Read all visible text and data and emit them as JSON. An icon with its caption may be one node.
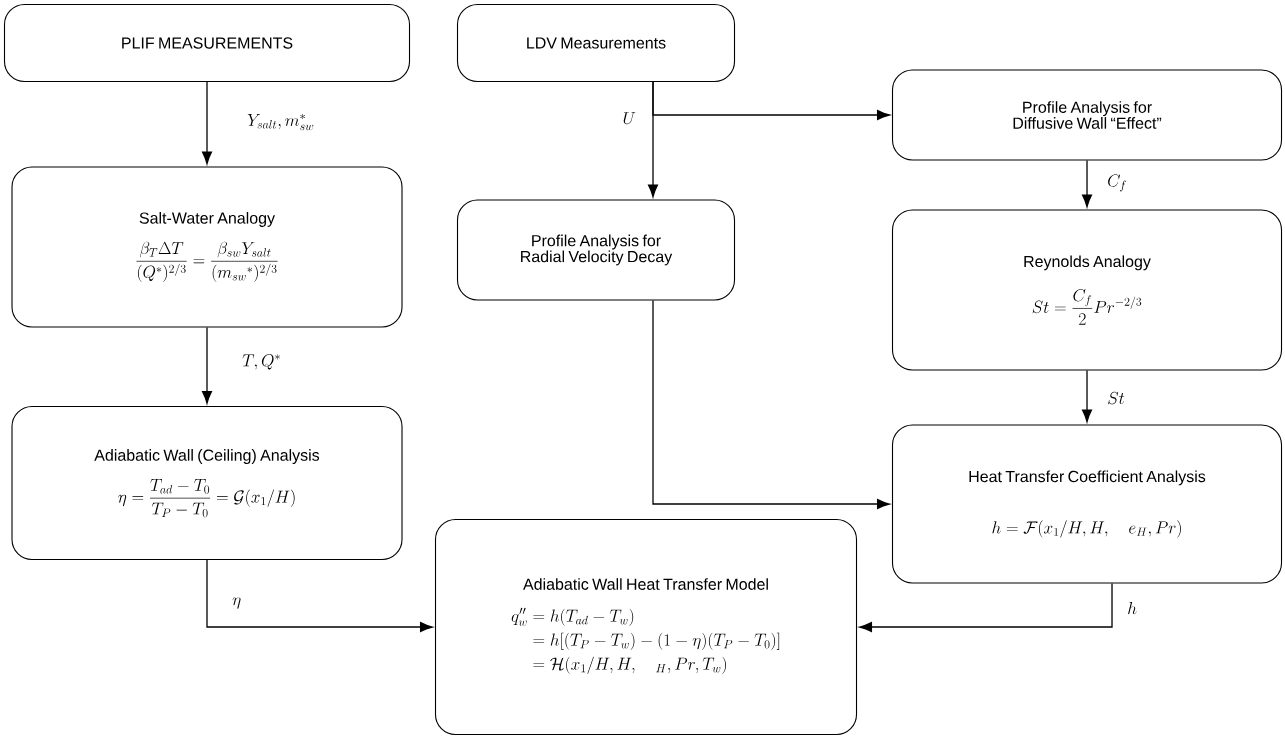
{
  "diagram": {
    "nodes": [
      {
        "text": [
          "PLIF MEASUREMENTS"
        ]
      },
      {
        "text": [
          "Salt-Water Analogy",
          "\\frac{\\beta_T \\Delta T}{(Q^{*})^{2/3}} = \\frac{\\beta_{sw} Y_{salt}}{(m_{sw}{}^{*})^{2/3}}"
        ]
      },
      {
        "text": [
          "Adiabatic Wall (Ceiling) Analysis",
          "\\eta = \\frac{T_{ad} - T_0}{T_P - T_0} = \\mathcal{G}(x_1 / H)"
        ]
      },
      {
        "text": [
          "LDV Measurements"
        ]
      },
      {
        "text": [
          "Profile Analysis for Radial Velocity Decay"
        ]
      },
      {
        "text": [
          "Profile Analysis for Diffusive Wall “Effect”"
        ]
      },
      {
        "text": [
          "Reynolds Analogy",
          "St = \\frac{C_f}{2} Pr^{-2/3}"
        ]
      },
      {
        "text": [
          "Heat Transfer Coefficient  Analysis",
          "h = \\mathcal{F}(x_1 / H, H, \\quad e_H, Pr)"
        ]
      },
      {
        "text": [
          "Adiabatic Wall Heat Transfer Model",
          "\\begin{aligned} q''_w &= h(T_{ad} - T_w) \\\\ &= h[(T_P - T_w) - (1-\\eta)(T_P - T_0)] \\\\ &= \\mathcal{H}(x_1 / H, H, \\quad {}_H, Pr, T_w) \\end{aligned}"
        ]
      }
    ],
    "edges": [
      {
        "from": 0,
        "to": 1,
        "arrow": "to",
        "label": "Y_{salt}, m^{*}_{sw}"
      },
      {
        "from": 1,
        "to": 2,
        "arrow": "to",
        "label": "T, Q^{*}"
      },
      {
        "from": 2,
        "to": 8,
        "arrow": "to",
        "label": "\\eta"
      },
      {
        "from": 3,
        "to": 5,
        "arrow": "to",
        "label": "U"
      },
      {
        "from": 3,
        "to": 4,
        "arrow": "to"
      },
      {
        "from": 5,
        "to": 6,
        "arrow": "to",
        "label": "C_f"
      },
      {
        "from": 6,
        "to": 7,
        "arrow": "to",
        "label": "St"
      },
      {
        "from": 4,
        "to": 7,
        "arrow": "to"
      },
      {
        "from": 7,
        "to": 8,
        "arrow": "to",
        "label": "h"
      }
    ]
  }
}
